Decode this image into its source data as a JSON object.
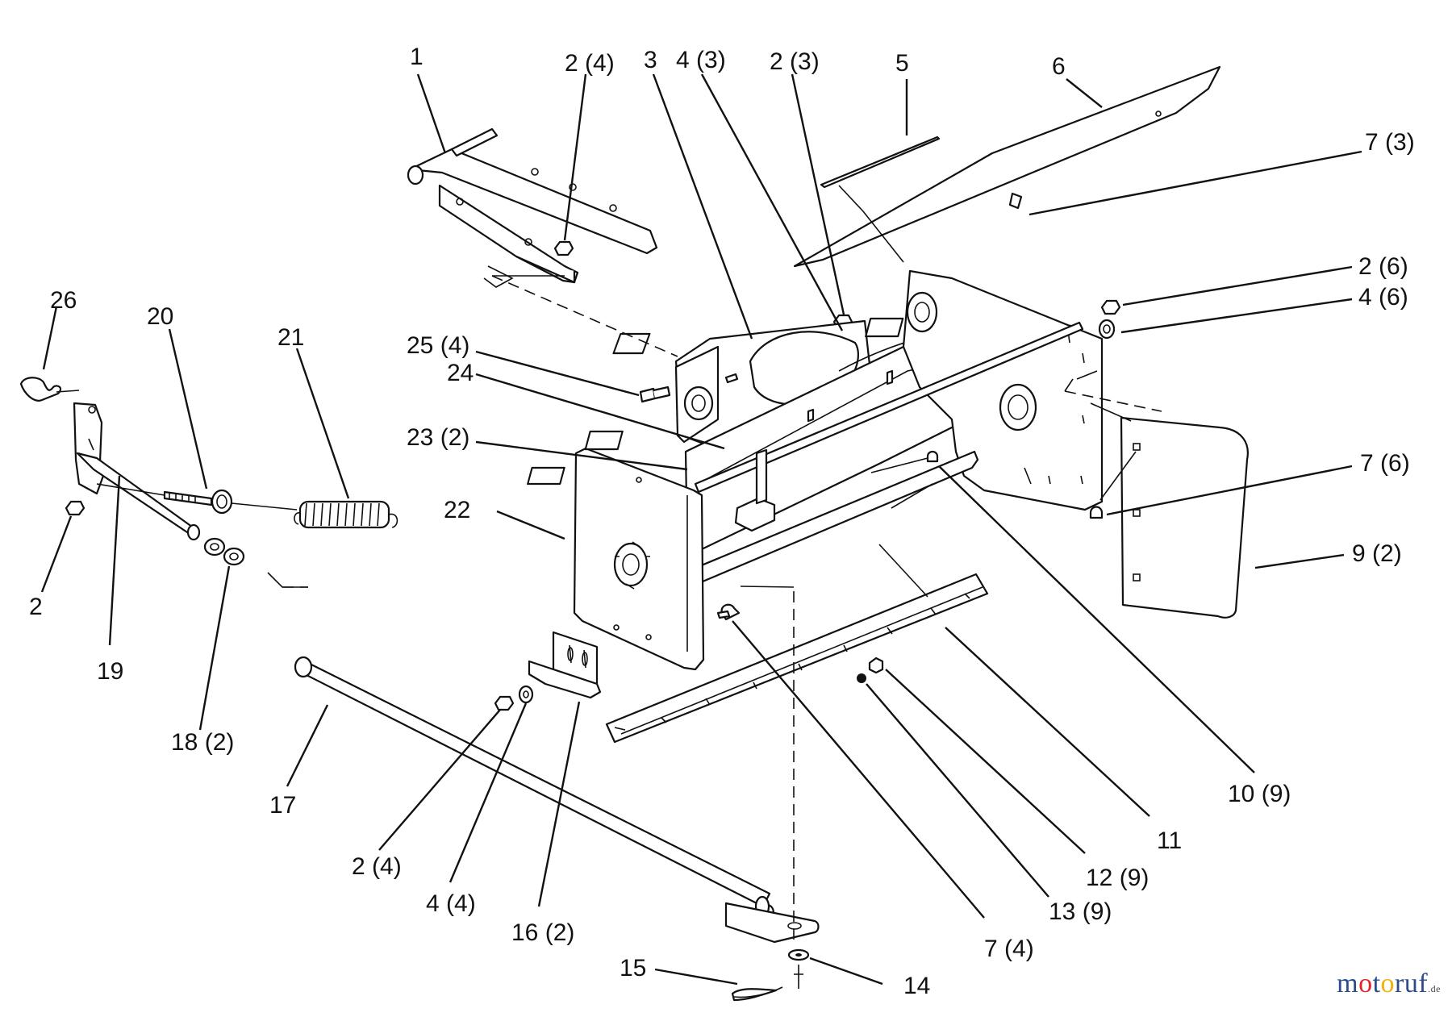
{
  "callouts": [
    {
      "id": "c1",
      "text": "1"
    },
    {
      "id": "c2a",
      "text": "2 (4)"
    },
    {
      "id": "c3",
      "text": "3"
    },
    {
      "id": "c4a",
      "text": "4 (3)"
    },
    {
      "id": "c2b",
      "text": "2 (3)"
    },
    {
      "id": "c5",
      "text": "5"
    },
    {
      "id": "c6",
      "text": "6"
    },
    {
      "id": "c7a",
      "text": "7 (3)"
    },
    {
      "id": "c2c",
      "text": "2 (6)"
    },
    {
      "id": "c4b",
      "text": "4 (6)"
    },
    {
      "id": "c7b",
      "text": "7 (6)"
    },
    {
      "id": "c9",
      "text": "9 (2)"
    },
    {
      "id": "c10",
      "text": "10 (9)"
    },
    {
      "id": "c11",
      "text": "11"
    },
    {
      "id": "c12",
      "text": "12 (9)"
    },
    {
      "id": "c13",
      "text": "13 (9)"
    },
    {
      "id": "c7c",
      "text": "7 (4)"
    },
    {
      "id": "c14",
      "text": "14"
    },
    {
      "id": "c15",
      "text": "15"
    },
    {
      "id": "c16",
      "text": "16 (2)"
    },
    {
      "id": "c4c",
      "text": "4 (4)"
    },
    {
      "id": "c2d",
      "text": "2 (4)"
    },
    {
      "id": "c17",
      "text": "17"
    },
    {
      "id": "c18",
      "text": "18 (2)"
    },
    {
      "id": "c19",
      "text": "19"
    },
    {
      "id": "c2e",
      "text": "2"
    },
    {
      "id": "c26",
      "text": "26"
    },
    {
      "id": "c20",
      "text": "20"
    },
    {
      "id": "c21",
      "text": "21"
    },
    {
      "id": "c25",
      "text": "25 (4)"
    },
    {
      "id": "c24",
      "text": "24"
    },
    {
      "id": "c23",
      "text": "23 (2)"
    },
    {
      "id": "c22",
      "text": "22"
    }
  ],
  "watermark": {
    "prefix": "m",
    "o1": "o",
    "middle": "t",
    "o2": "o",
    "suffix": "ruf",
    "tld": ".de"
  },
  "colors": {
    "line": "#111111",
    "watermark_blue": "#2b4c8c",
    "watermark_red": "#e0242b",
    "watermark_yellow": "#f2b10a"
  }
}
